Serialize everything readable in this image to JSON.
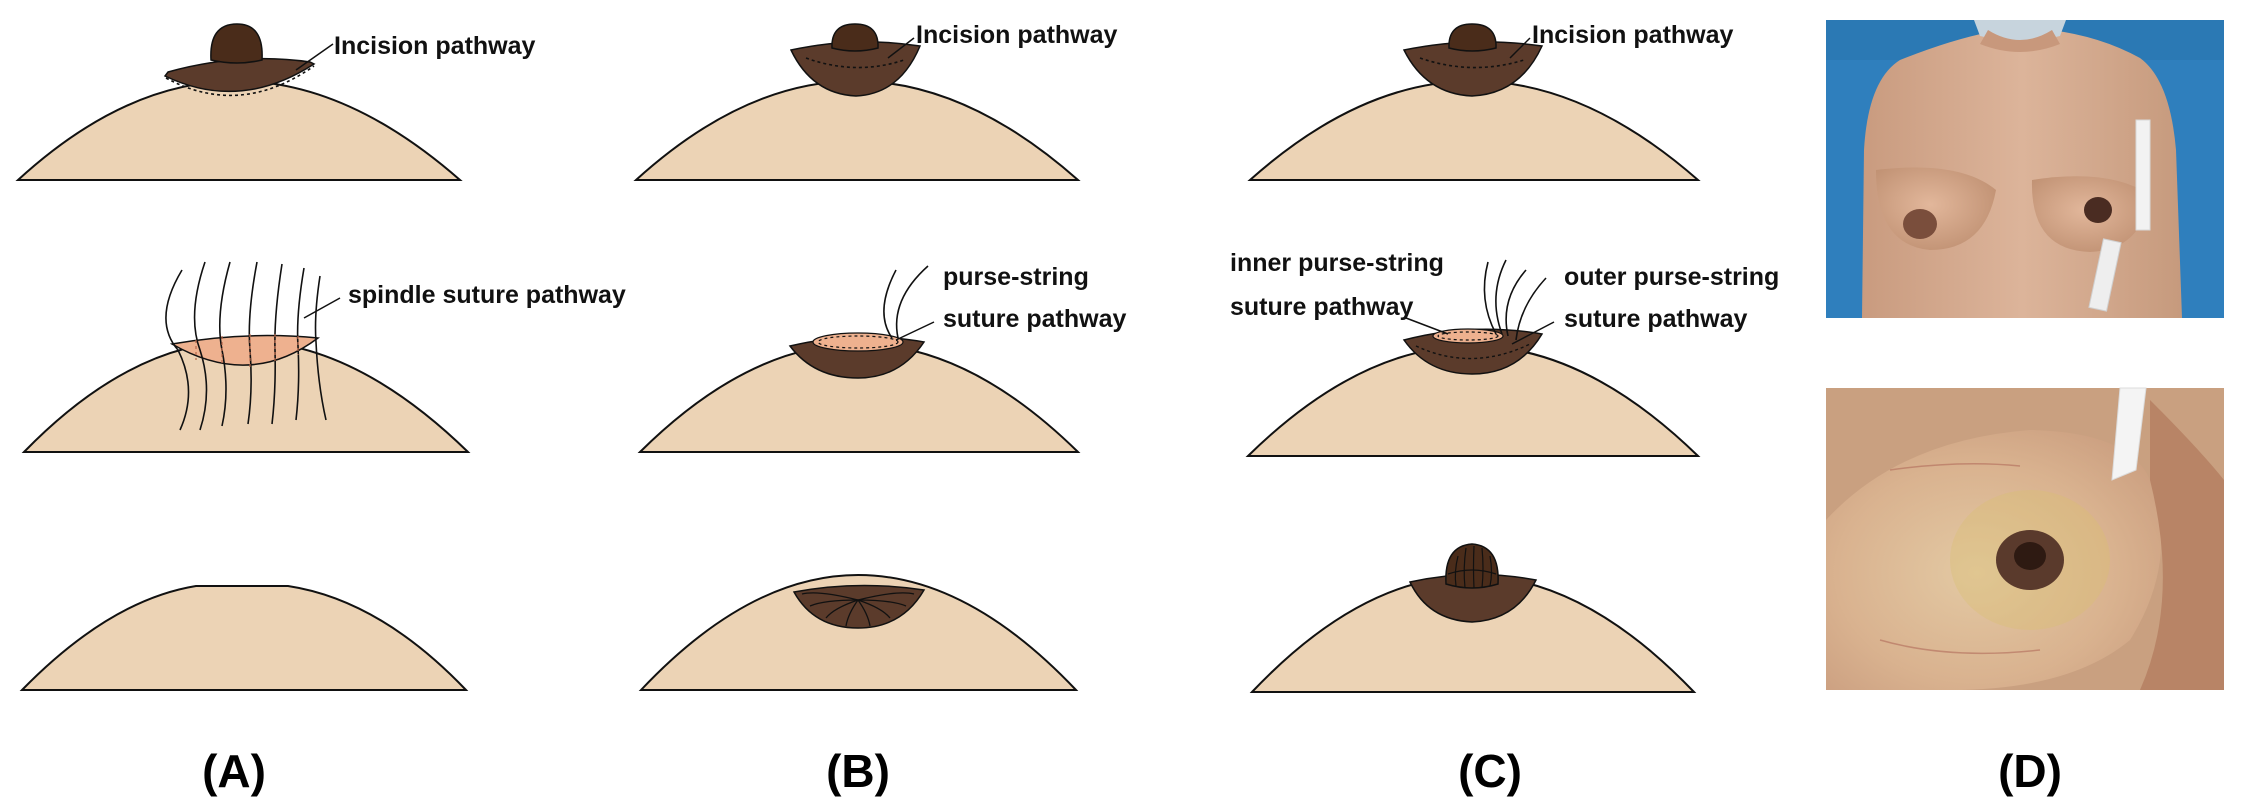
{
  "colors": {
    "skin": "#ecd3b5",
    "areola": "#5b3b2b",
    "nipple": "#4a2c1a",
    "wound": "#eeb18f",
    "outline": "#111111",
    "photo_background": "#2f7fbd"
  },
  "panels": {
    "a": {
      "letter": "(A)",
      "row1_label": "Incision pathway",
      "row2_label": "spindle suture pathway"
    },
    "b": {
      "letter": "(B)",
      "row1_label": "Incision pathway",
      "row2_label_line1": "purse-string",
      "row2_label_line2": "suture pathway"
    },
    "c": {
      "letter": "(C)",
      "row1_label": "Incision pathway",
      "inner_label_line1": "inner purse-string",
      "inner_label_line2": "suture pathway",
      "outer_label_line1": "outer purse-string",
      "outer_label_line2": "suture pathway"
    },
    "d": {
      "letter": "(D)"
    }
  }
}
